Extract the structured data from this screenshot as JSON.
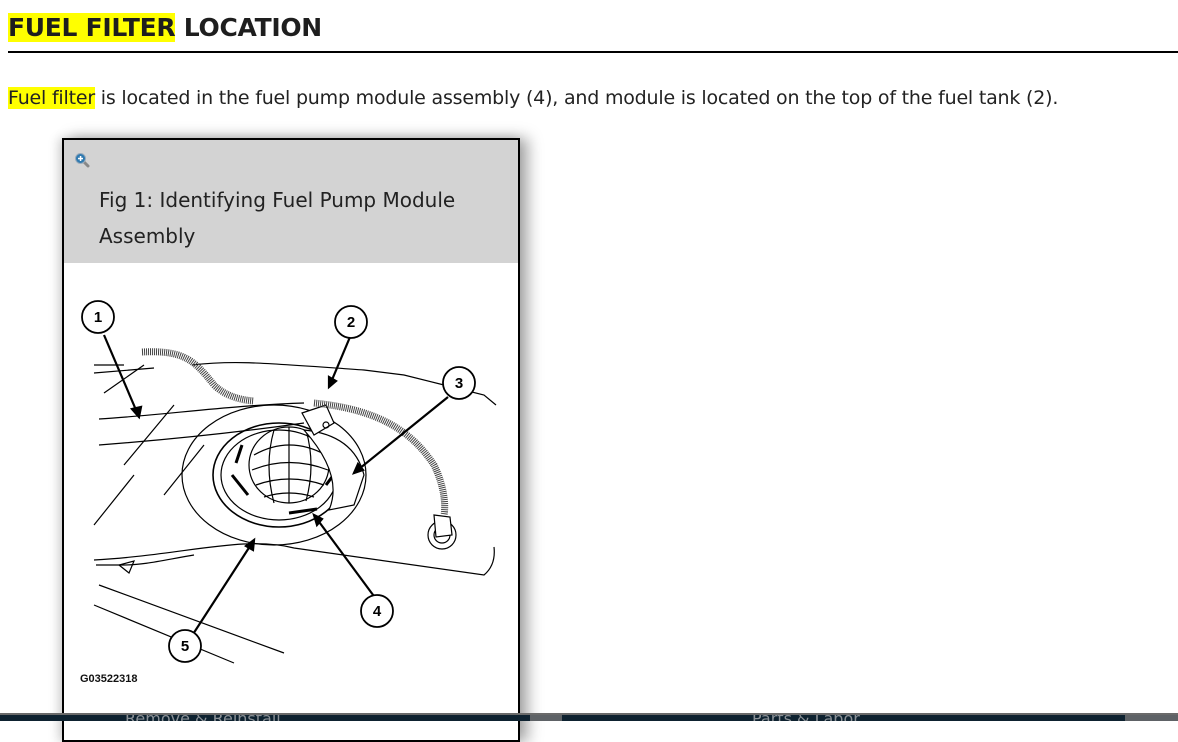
{
  "heading": {
    "highlighted": "FUEL FILTER",
    "rest": " LOCATION"
  },
  "paragraph": {
    "highlighted": "Fuel filter",
    "rest": " is located in the fuel pump module assembly (4), and module is located on the top of the fuel tank (2)."
  },
  "figure": {
    "zoom_icon": "zoom-in-icon",
    "caption": "Fig 1: Identifying Fuel Pump Module Assembly",
    "code": "G03522318",
    "callouts": [
      "1",
      "2",
      "3",
      "4",
      "5"
    ]
  },
  "bottom_bar": {
    "left_label": "Remove & Reinstall",
    "right_label": "Parts & Labor"
  },
  "colors": {
    "highlight": "#ffff00",
    "caption_bg": "#d3d3d3",
    "bottom_bar": "#0e2230"
  }
}
